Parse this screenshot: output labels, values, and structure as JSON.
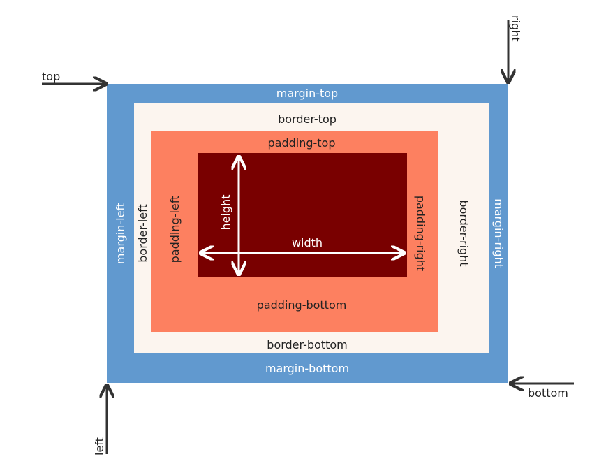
{
  "colors": {
    "margin": "#6199cf",
    "border": "#fcf5ef",
    "padding": "#fd8060",
    "content": "#790000",
    "arrow": "#333333",
    "inner_text": "#222222",
    "light_text": "#ffffff"
  },
  "labels": {
    "top": "top",
    "right": "right",
    "bottom": "bottom",
    "left": "left",
    "margin_top": "margin-top",
    "margin_bottom": "margin-bottom",
    "margin_left": "margin-left",
    "margin_right": "margin-right",
    "border_top": "border-top",
    "border_bottom": "border-bottom",
    "border_left": "border-left",
    "border_right": "border-right",
    "padding_top": "padding-top",
    "padding_bottom": "padding-bottom",
    "padding_left": "padding-left",
    "padding_right": "padding-right",
    "height": "height",
    "width": "width"
  }
}
